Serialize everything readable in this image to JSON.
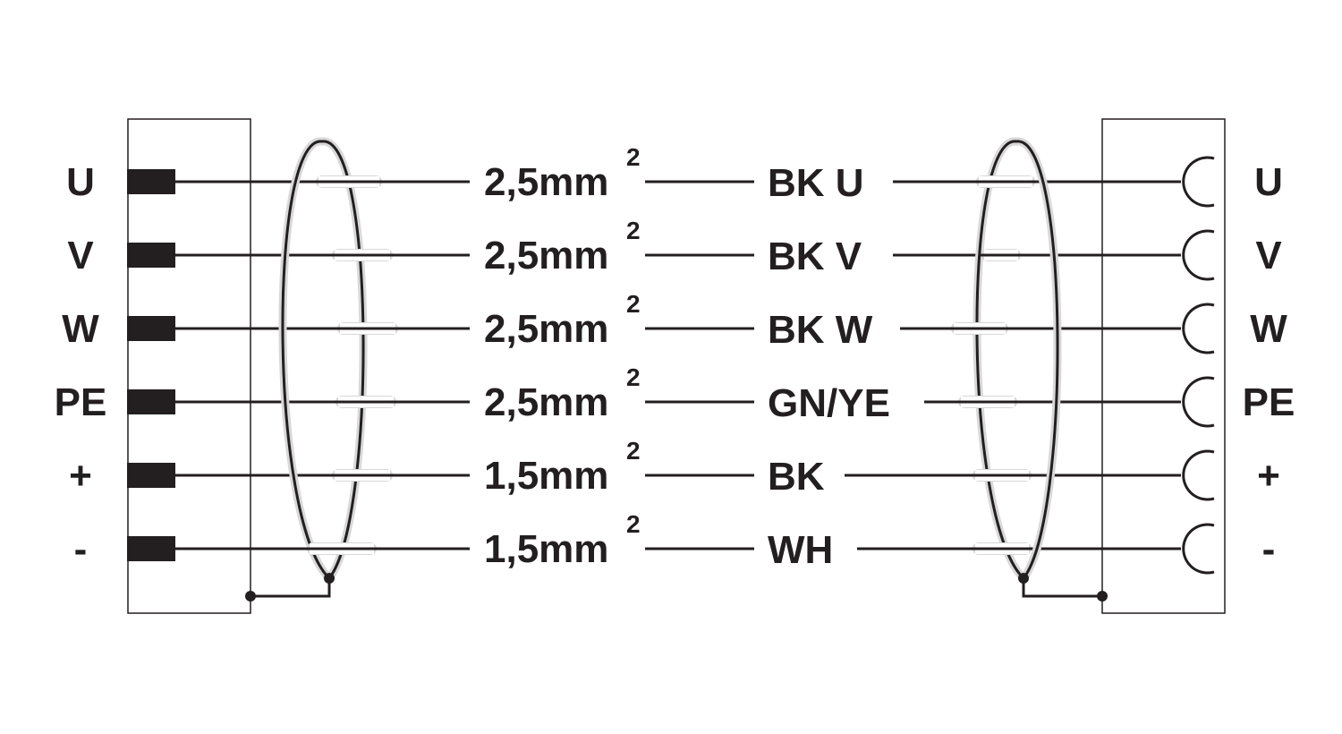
{
  "left_connector": {
    "pins": [
      "U",
      "V",
      "W",
      "PE",
      "+",
      "-"
    ]
  },
  "right_connector": {
    "pins": [
      "U",
      "V",
      "W",
      "PE",
      "+",
      "-"
    ]
  },
  "wires": [
    {
      "section": "2,5mm",
      "exponent": "2",
      "color_code": "BK U"
    },
    {
      "section": "2,5mm",
      "exponent": "2",
      "color_code": "BK V"
    },
    {
      "section": "2,5mm",
      "exponent": "2",
      "color_code": "BK W"
    },
    {
      "section": "2,5mm",
      "exponent": "2",
      "color_code": "GN/YE"
    },
    {
      "section": "1,5mm",
      "exponent": "2",
      "color_code": "BK"
    },
    {
      "section": "1,5mm",
      "exponent": "2",
      "color_code": "WH"
    }
  ],
  "colors": {
    "line": "#231f20",
    "background": "#ffffff"
  }
}
